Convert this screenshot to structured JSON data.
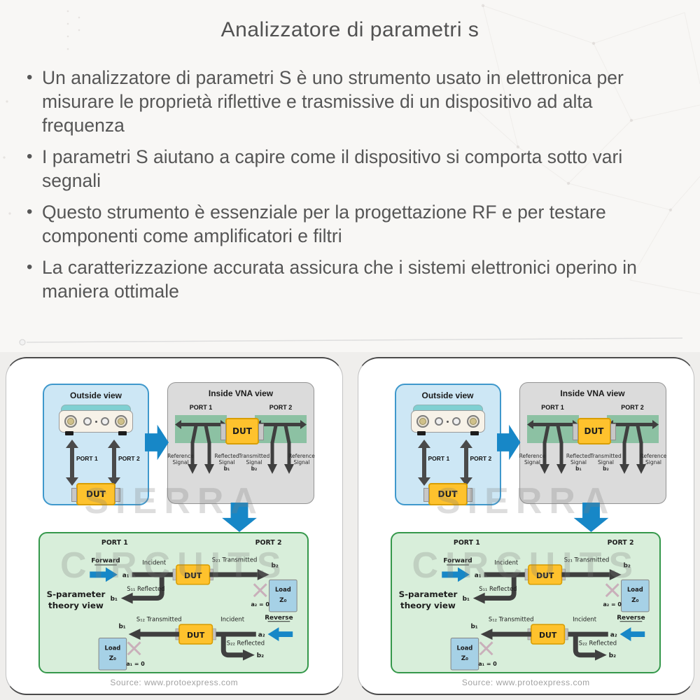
{
  "slide": {
    "title": "Analizzatore di parametri s",
    "bullets": [
      "Un analizzatore di parametri S è uno strumento usato in elettronica per misurare le proprietà riflettive e trasmissive di un dispositivo ad alta frequenza",
      "I parametri S aiutano a capire come il dispositivo si comporta sotto vari segnali",
      "Questo strumento è essenziale per la progettazione RF e per testare componenti come amplificatori e filtri",
      "La caratterizzazione accurata assicura che i sistemi elettronici operino in maniera ottimale"
    ]
  },
  "diagram_panel": {
    "outside_view": {
      "title": "Outside view",
      "port1": "PORT 1",
      "port2": "PORT 2",
      "dut": "DUT"
    },
    "inside_view": {
      "title": "Inside VNA view",
      "port1": "PORT 1",
      "port2": "PORT 2",
      "dut": "DUT",
      "reference_signal_left": "Reference Signal",
      "reflected_signal": "Reflected Signal",
      "reflected_sub": "b₁",
      "transmitted_signal": "Transmitted Signal",
      "transmitted_sub": "b₂",
      "reference_signal_right": "Reference Signal"
    },
    "theory_view": {
      "label_line1": "S-parameter",
      "label_line2": "theory view",
      "port1": "PORT 1",
      "port2": "PORT 2",
      "forward": "Forward",
      "reverse": "Reverse",
      "incident_forward": "Incident",
      "incident_reverse": "Incident",
      "s21": "S₂₁ Transmitted",
      "s11": "S₁₁ Reflected",
      "s12": "S₁₂ Transmitted",
      "s22": "S₂₂ Reflected",
      "a1": "a₁",
      "b1": "b₁",
      "a2": "a₂",
      "b2": "b₂",
      "dut": "DUT",
      "load": "Load",
      "z0": "Z₀",
      "a2_zero": "a₂ = 0",
      "a1_zero": "a₁ = 0"
    },
    "watermark": {
      "line1": "SIERRA",
      "line2": "CIRCUITS"
    },
    "source": "Source: www.protoexpress.com"
  },
  "colors": {
    "accent_blue": "#1787c7",
    "dut_yellow": "#fec22d",
    "dut_border": "#d89e04",
    "coupler_green": "#8cc1a3",
    "theory_bg": "#d8eeda",
    "theory_border": "#35984b",
    "outside_bg": "#cde7f5",
    "outside_border": "#3f98cc",
    "inside_bg": "#dbdbdb",
    "load_blue": "#a6d1e6",
    "diagram_line": "#3f3f3f",
    "text_gray": "#565656"
  }
}
